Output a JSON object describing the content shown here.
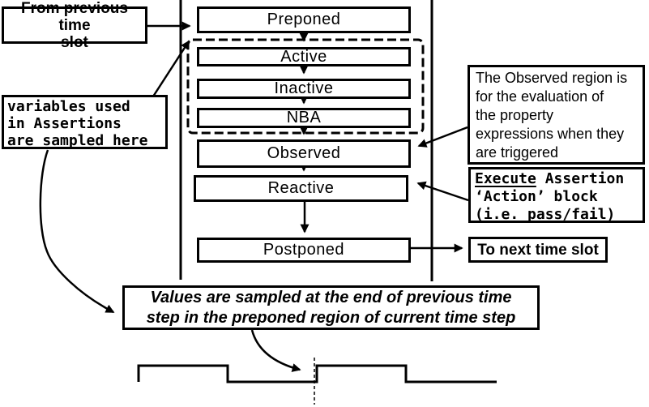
{
  "colors": {
    "ink": "#000000",
    "background": "#ffffff"
  },
  "regions": {
    "preponed": "Preponed",
    "active": "Active",
    "inactive": "Inactive",
    "nba": "NBA",
    "observed": "Observed",
    "reactive": "Reactive",
    "postponed": "Postponed"
  },
  "notes": {
    "from_previous": {
      "lines": [
        "From previous time",
        "slot"
      ]
    },
    "variables": {
      "line1": "variables used",
      "line2": "in Assertions",
      "line3_pre": "are ",
      "line3_underlined": "sampled",
      "line3_post": " here"
    },
    "observed_note": {
      "lines": [
        "The Observed region is",
        "for the evaluation of",
        "the property",
        "expressions when they",
        "are triggered"
      ]
    },
    "execute_note": {
      "line1_underlined": "Execute",
      "line1_post": " Assertion",
      "line2": "‘Action’ block",
      "line3": "(i.e. pass/fail)"
    },
    "to_next": "To next time slot",
    "values_note": {
      "lines": [
        "Values are sampled at the end of previous time",
        "step in the preponed region of current time step"
      ]
    }
  }
}
